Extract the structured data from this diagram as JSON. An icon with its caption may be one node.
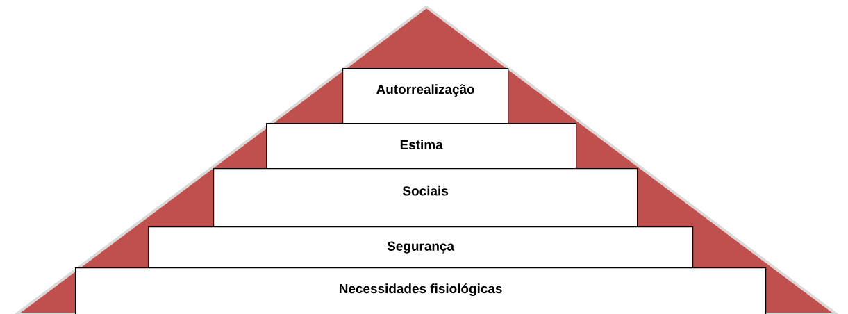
{
  "diagram": {
    "nodes": [
      {
        "text": [
          "Autorrealização"
        ]
      },
      {
        "text": [
          "Estima"
        ]
      },
      {
        "text": [
          "Sociais"
        ]
      },
      {
        "text": [
          "Segurança"
        ]
      },
      {
        "text": [
          "Necessidades fisiológicas"
        ]
      }
    ]
  }
}
